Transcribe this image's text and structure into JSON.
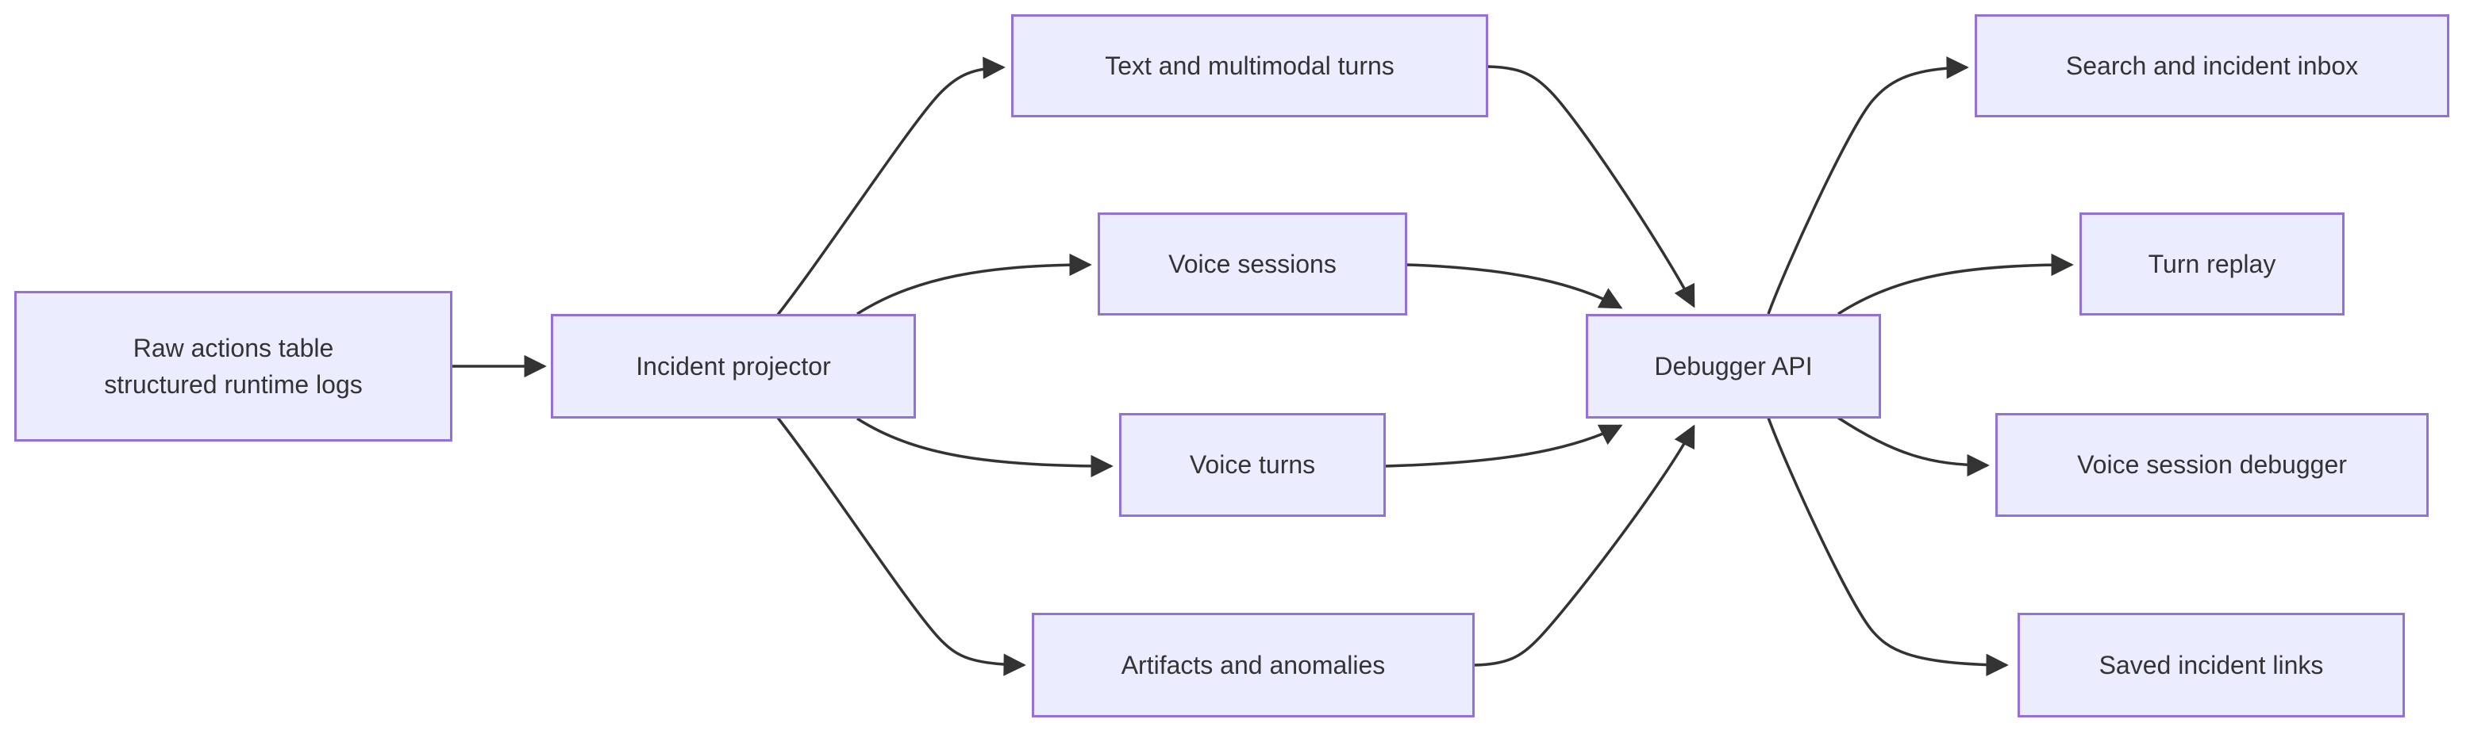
{
  "diagram": {
    "type": "flowchart",
    "direction": "LR",
    "nodes": [
      {
        "id": "raw_logs",
        "label": "Raw actions table structured runtime logs",
        "lines": [
          "Raw actions table",
          "structured runtime logs"
        ]
      },
      {
        "id": "projector",
        "label": "Incident projector"
      },
      {
        "id": "text_turns",
        "label": "Text and multimodal turns"
      },
      {
        "id": "voice_sessions",
        "label": "Voice sessions"
      },
      {
        "id": "voice_turns",
        "label": "Voice turns"
      },
      {
        "id": "artifacts",
        "label": "Artifacts and anomalies"
      },
      {
        "id": "debugger",
        "label": "Debugger API"
      },
      {
        "id": "search_inbox",
        "label": "Search and incident inbox"
      },
      {
        "id": "turn_replay",
        "label": "Turn replay"
      },
      {
        "id": "vs_debugger",
        "label": "Voice session debugger"
      },
      {
        "id": "saved_links",
        "label": "Saved incident links"
      }
    ],
    "edges": [
      {
        "from": "raw_logs",
        "to": "projector"
      },
      {
        "from": "projector",
        "to": "text_turns"
      },
      {
        "from": "projector",
        "to": "voice_sessions"
      },
      {
        "from": "projector",
        "to": "voice_turns"
      },
      {
        "from": "projector",
        "to": "artifacts"
      },
      {
        "from": "text_turns",
        "to": "debugger"
      },
      {
        "from": "voice_sessions",
        "to": "debugger"
      },
      {
        "from": "voice_turns",
        "to": "debugger"
      },
      {
        "from": "artifacts",
        "to": "debugger"
      },
      {
        "from": "debugger",
        "to": "search_inbox"
      },
      {
        "from": "debugger",
        "to": "turn_replay"
      },
      {
        "from": "debugger",
        "to": "vs_debugger"
      },
      {
        "from": "debugger",
        "to": "saved_links"
      }
    ],
    "colors": {
      "node_fill": "#ECECFF",
      "node_border": "#9370DB",
      "edge": "#333333",
      "text": "#333333",
      "background": "#FFFFFF"
    }
  }
}
